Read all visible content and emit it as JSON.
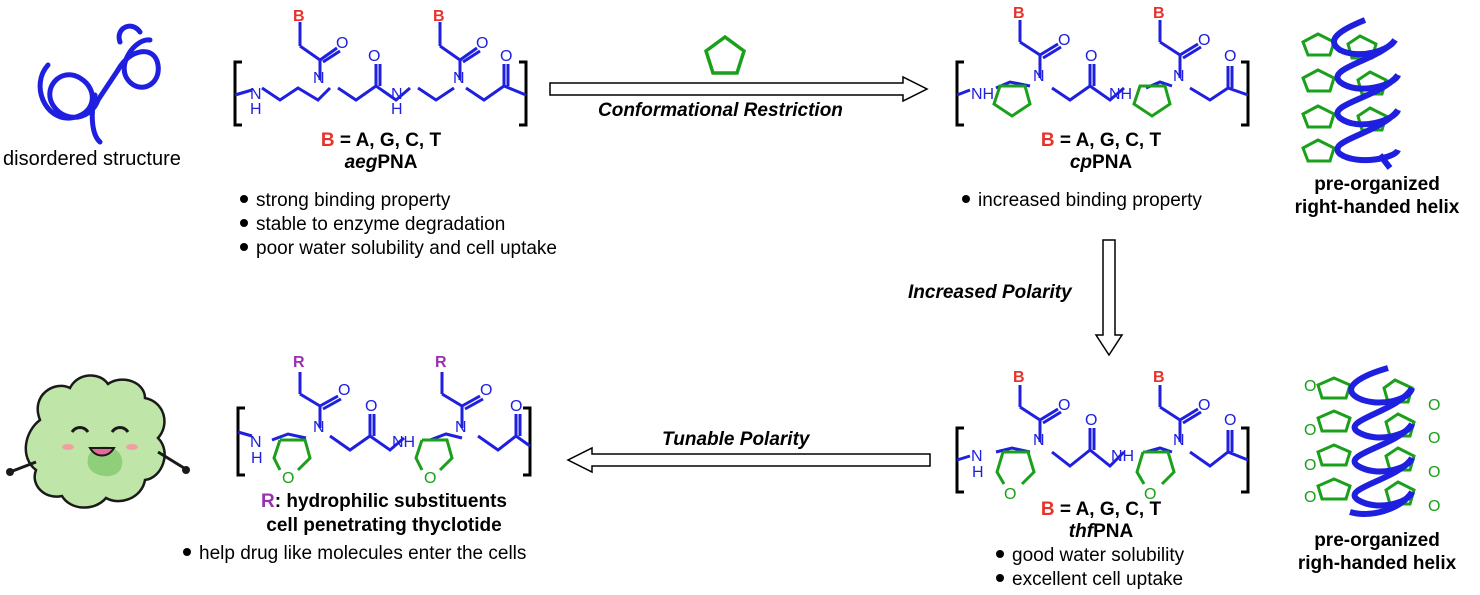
{
  "disordered_label": "disordered structure",
  "atoms": {
    "base": "B",
    "substituent": "R",
    "nitrogen": "N",
    "nh": "NH",
    "n_upper": "N",
    "h_lower": "H",
    "oxygen": "O"
  },
  "aeg": {
    "base_prefix": "B",
    "base_rest": " = A, G, C, T",
    "name_italic": "aeg",
    "name_rest": "PNA",
    "bullets": [
      "strong binding property",
      "stable to enzyme degradation",
      "poor water solubility and cell uptake"
    ]
  },
  "cp": {
    "base_prefix": "B",
    "base_rest": " = A, G, C, T",
    "name_italic": "cp",
    "name_rest": "PNA",
    "bullets": [
      "increased binding property"
    ]
  },
  "thf": {
    "base_prefix": "B",
    "base_rest": " = A, G, C, T",
    "name_italic": "thf",
    "name_rest": "PNA",
    "bullets": [
      "good water solubility",
      "excellent cell uptake"
    ]
  },
  "r_pna": {
    "r_prefix": "R",
    "r_rest": ": hydrophilic substituents",
    "line2": "cell penetrating thyclotide",
    "bullets": [
      "help drug like molecules enter the cells"
    ]
  },
  "arrows": {
    "top": "Conformational Restriction",
    "right": "Increased Polarity",
    "bottom": "Tunable Polarity"
  },
  "helix_top_label": [
    "pre-organized",
    "right-handed helix"
  ],
  "helix_bottom_label": [
    "pre-organized",
    "righ-handed helix"
  ],
  "colors": {
    "backbone": "#1f1fe0",
    "ring": "#1aa01a",
    "base": "#e8312b",
    "substituent": "#9a2fb0",
    "cell": "#bfe6a8"
  }
}
